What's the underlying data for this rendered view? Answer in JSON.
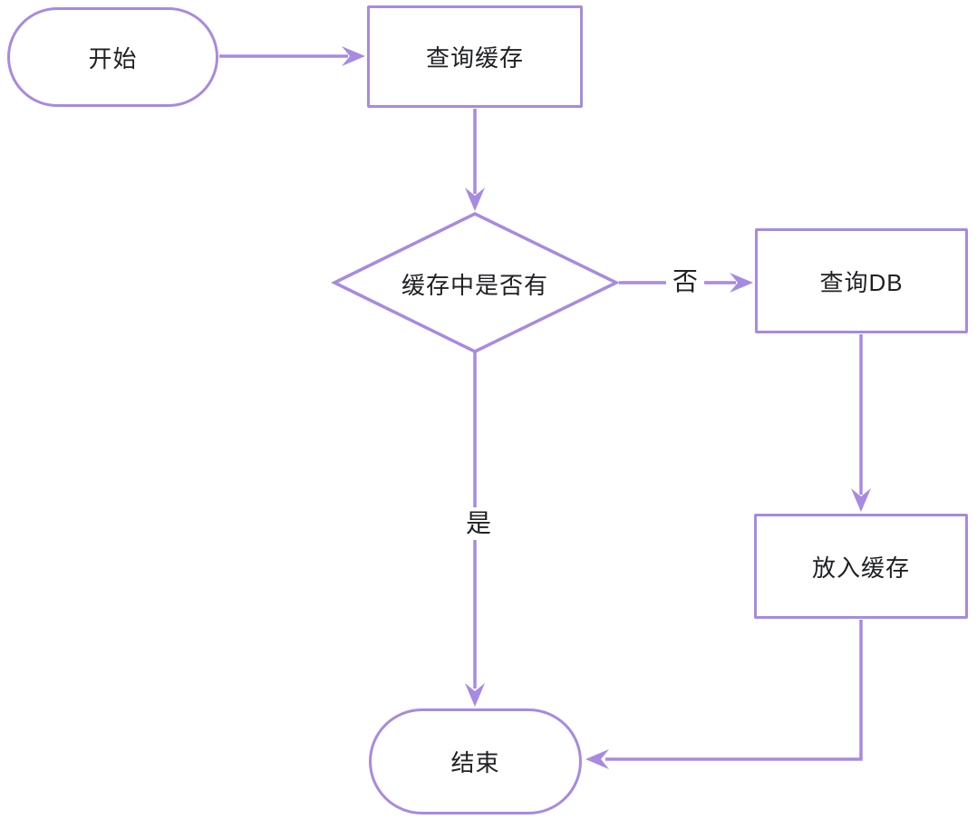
{
  "diagram": {
    "type": "flowchart",
    "accent_color": "#a78ae1",
    "text_color": "#202124",
    "nodes": {
      "start": {
        "label": "开始",
        "shape": "terminator"
      },
      "query_cache": {
        "label": "查询缓存",
        "shape": "process"
      },
      "decision": {
        "label": "缓存中是否有",
        "shape": "decision"
      },
      "query_db": {
        "label": "查询DB",
        "shape": "process"
      },
      "put_cache": {
        "label": "放入缓存",
        "shape": "process"
      },
      "end": {
        "label": "结束",
        "shape": "terminator"
      }
    },
    "edges": {
      "start_to_query_cache": {
        "label": ""
      },
      "query_cache_to_decision": {
        "label": ""
      },
      "decision_to_query_db": {
        "label": "否"
      },
      "decision_to_end": {
        "label": "是"
      },
      "query_db_to_put_cache": {
        "label": ""
      },
      "put_cache_to_end": {
        "label": ""
      }
    }
  }
}
